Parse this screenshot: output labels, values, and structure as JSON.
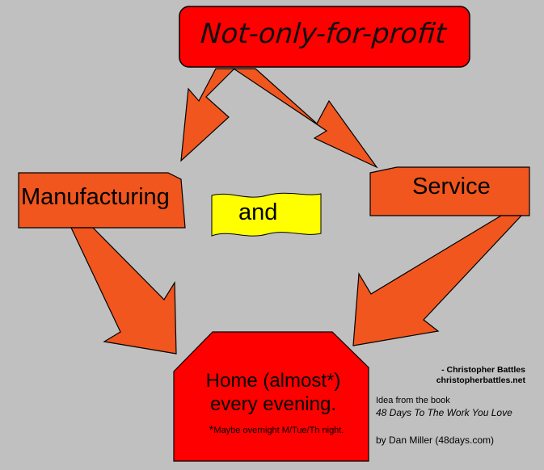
{
  "title_box": {
    "label": "Not-only-for-profit"
  },
  "nodes": {
    "manufacturing": "Manufacturing",
    "service": "Service",
    "connector": "and",
    "home_line1": "Home (almost*)",
    "home_line2": "every evening.",
    "home_note_star": "*",
    "home_note": "Maybe overnight M/Tue/Th night."
  },
  "credit": {
    "name": "- Christopher Battles",
    "site": "christopherbattles.net"
  },
  "book": {
    "intro": "Idea from the book",
    "title": "48 Days To The Work You Love",
    "author": "by Dan Miller (48days.com)"
  },
  "colors": {
    "background": "#c0c0c0",
    "red_box": "#ff0000",
    "orange": "#f0561e",
    "yellow_banner": "#ffff00",
    "outline": "#000000"
  }
}
